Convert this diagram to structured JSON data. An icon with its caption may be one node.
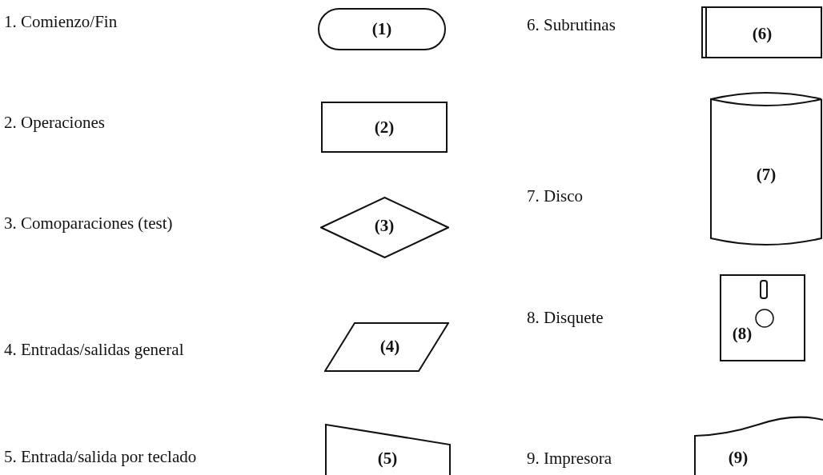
{
  "diagram": {
    "nodes": [
      {
        "text": [
          "(1)"
        ]
      },
      {
        "text": [
          "(2)"
        ]
      },
      {
        "text": [
          "(3)"
        ]
      },
      {
        "text": [
          "(4)"
        ]
      },
      {
        "text": [
          "(5)"
        ]
      },
      {
        "text": [
          "(6)"
        ]
      },
      {
        "text": [
          "(7)"
        ]
      },
      {
        "text": [
          "(8)"
        ]
      },
      {
        "text": [
          "(9)"
        ]
      }
    ],
    "labels": [
      "1. Comienzo/Fin",
      "6. Subrutinas",
      "2. Operaciones",
      "7. Disco",
      "3. Comoparaciones (test)",
      "8. Disquete",
      "4. Entradas/salidas general",
      "5. Entrada/salida por teclado",
      "9. Impresora"
    ]
  }
}
